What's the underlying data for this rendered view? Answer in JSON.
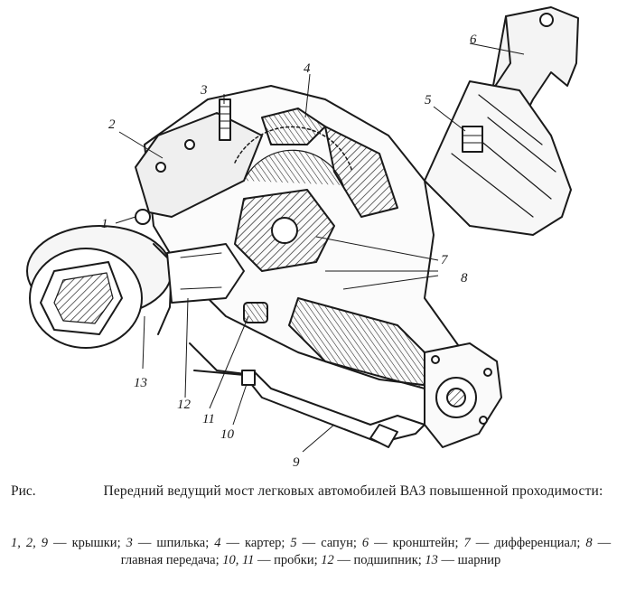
{
  "figure": {
    "callouts": [
      "1",
      "2",
      "3",
      "4",
      "5",
      "6",
      "7",
      "8",
      "9",
      "10",
      "11",
      "12",
      "13"
    ]
  },
  "caption": {
    "prefix": "Рис.",
    "title": "Передний ведущий мост легковых автомобилей ВАЗ повышенной проходимости:"
  },
  "legend": [
    {
      "nums": "1, 2, 9",
      "text": "крышки"
    },
    {
      "nums": "3",
      "text": "шпилька"
    },
    {
      "nums": "4",
      "text": "картер"
    },
    {
      "nums": "5",
      "text": "сапун"
    },
    {
      "nums": "6",
      "text": "кронштейн"
    },
    {
      "nums": "7",
      "text": "дифференциал"
    },
    {
      "nums": "8",
      "text": "главная передача"
    },
    {
      "nums": "10, 11",
      "text": "пробки"
    },
    {
      "nums": "12",
      "text": "подшипник"
    },
    {
      "nums": "13",
      "text": "шарнир"
    }
  ]
}
